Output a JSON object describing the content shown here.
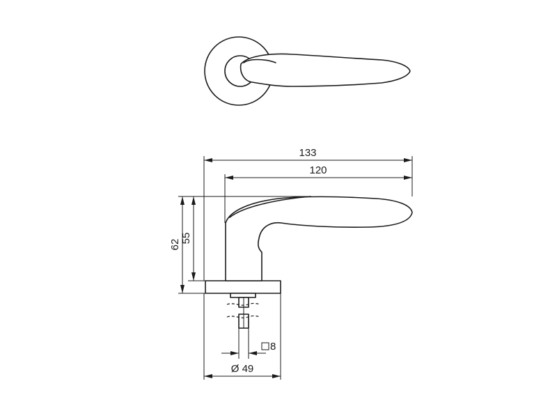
{
  "dimensions": {
    "overall_length": "133",
    "lever_length": "120",
    "overall_height": "62",
    "lever_height": "55",
    "rose_diameter": "Ø 49",
    "spindle_square": "8"
  },
  "icons": {
    "spindle_square_symbol": "square-outline-icon",
    "diameter_symbol": "diameter-icon"
  },
  "colors": {
    "line": "#1a1a1a",
    "background": "#ffffff"
  }
}
